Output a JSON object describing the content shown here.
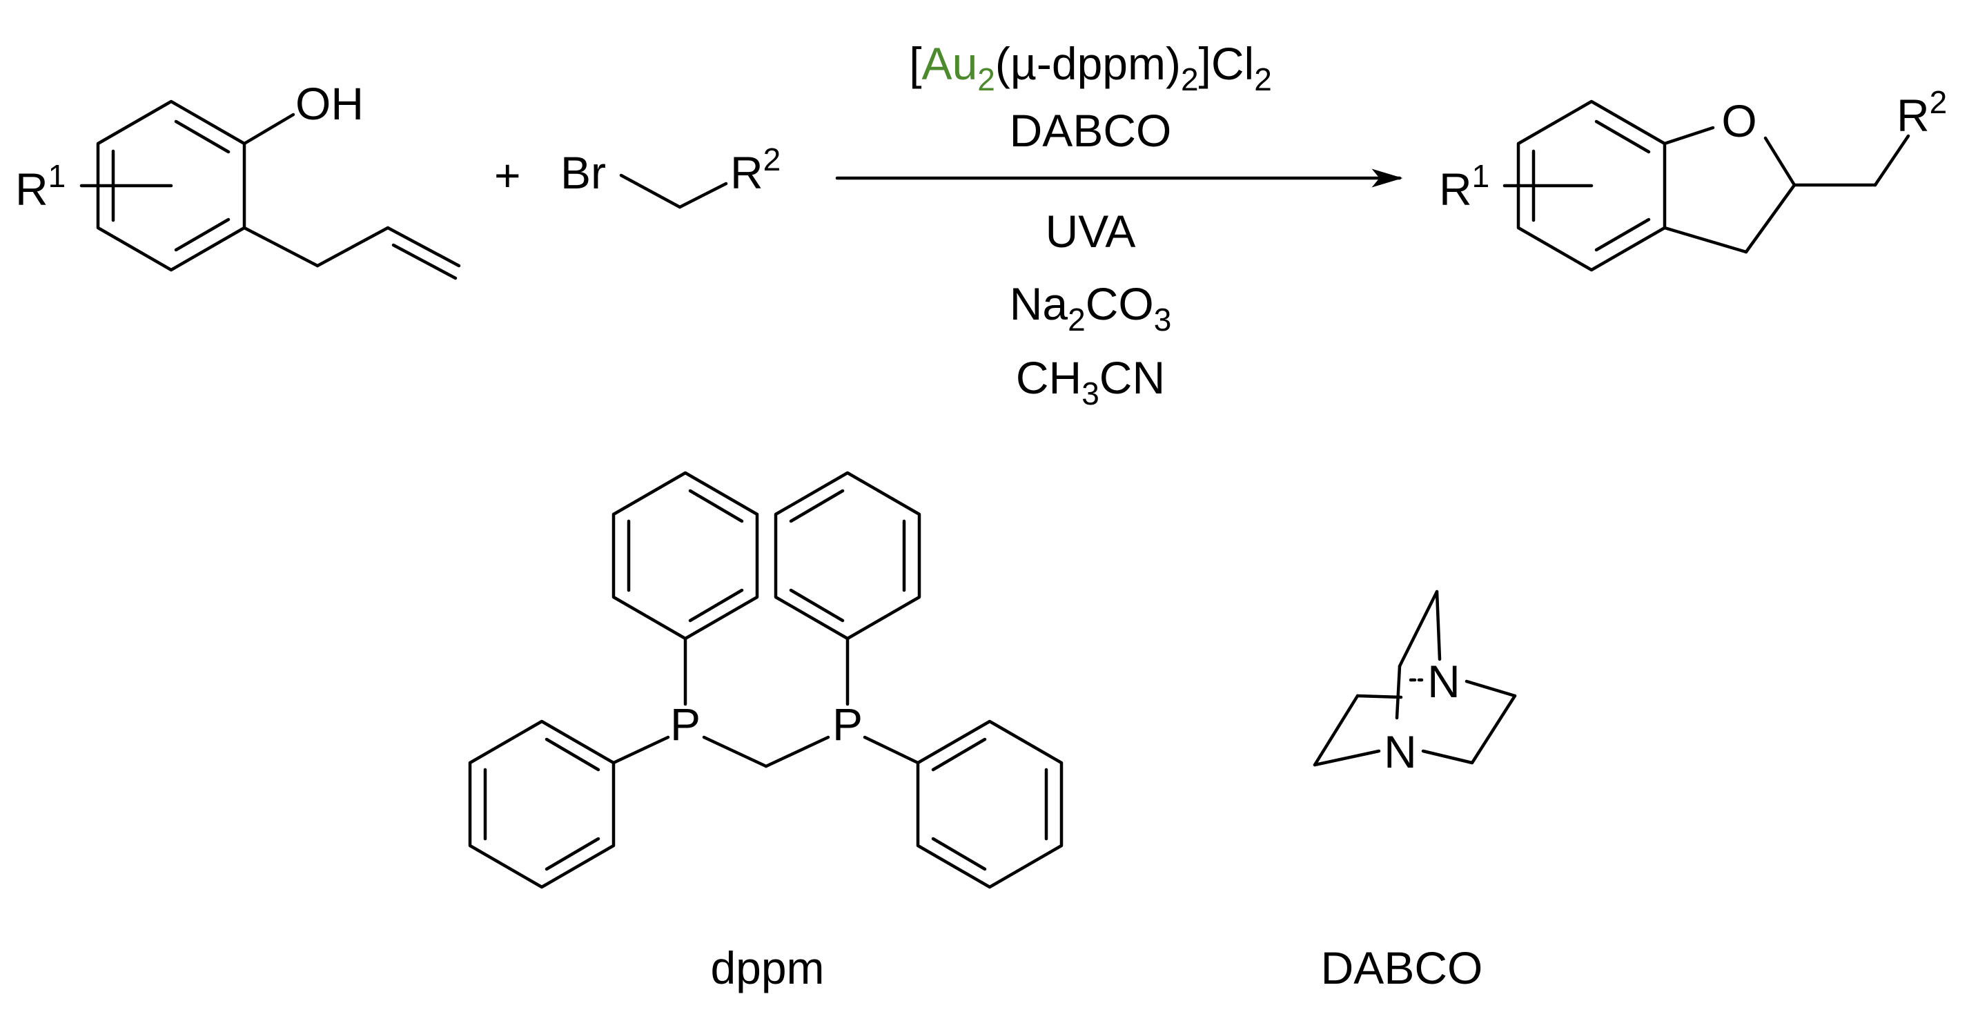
{
  "colors": {
    "oxygen": "#e0301e",
    "bromine": "#8dc63f",
    "gold": "#4d8a2e",
    "uva": "#6a4cf5",
    "phosphorus": "#f4c431",
    "nitrogen": "#2432ee",
    "text": "#000000"
  },
  "reactant1": {
    "r_label": "R",
    "r_sup": "1",
    "oh_label": "OH"
  },
  "plus_sign": "+",
  "reactant2": {
    "br_label": "Br",
    "r_label": "R",
    "r_sup": "2"
  },
  "conditions": {
    "catalyst": {
      "open": "[",
      "metal": "Au",
      "metal_sub": "2",
      "ligand": "(µ-dppm)",
      "ligand_sub": "2",
      "close": "]Cl",
      "cl_sub": "2"
    },
    "base_top": "DABCO",
    "light": "UVA",
    "additive": {
      "main": "Na",
      "sub1": "2",
      "rest": "CO",
      "sub2": "3"
    },
    "solvent": {
      "main": "CH",
      "sub1": "3",
      "rest": "CN"
    }
  },
  "product": {
    "r1_label": "R",
    "r1_sup": "1",
    "o_label": "O",
    "r2_label": "R",
    "r2_sup": "2"
  },
  "dppm": {
    "p_label": "P",
    "caption": "dppm"
  },
  "dabco": {
    "n_label": "N",
    "caption": "DABCO"
  }
}
